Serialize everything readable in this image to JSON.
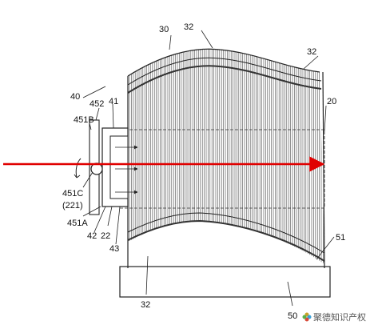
{
  "figure": {
    "labels": {
      "l30": "30",
      "l32_top_left": "32",
      "l32_top_right": "32",
      "l20": "20",
      "l40": "40",
      "l41": "41",
      "l452": "452",
      "l451B": "451B",
      "l451C": "451C",
      "l221": "(221)",
      "l451A": "451A",
      "l42": "42",
      "l22": "22",
      "l43": "43",
      "l51": "51",
      "l32_bottom": "32",
      "l50": "50"
    }
  },
  "watermark": {
    "text": "聚德知识产权",
    "logo": "flower-logo"
  },
  "colors": {
    "line": "#222222",
    "laser": "#e00000",
    "fiber": "#4a4a4a"
  }
}
